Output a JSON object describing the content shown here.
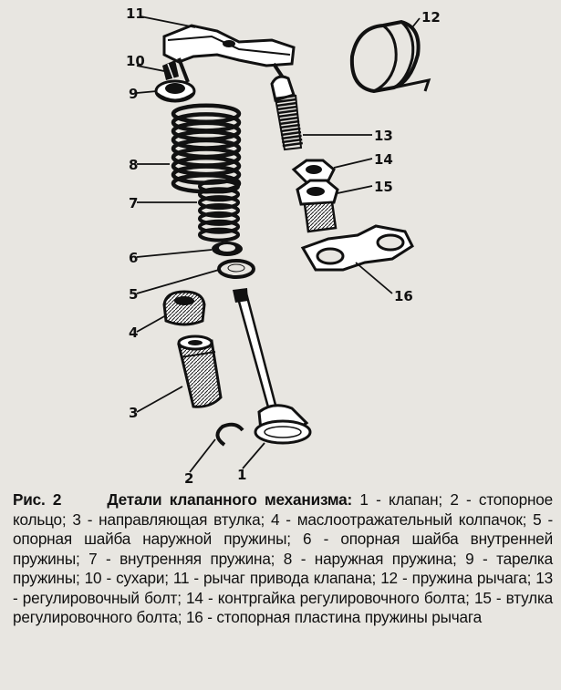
{
  "figure": {
    "parts": [
      {
        "num": "1",
        "name": "клапан"
      },
      {
        "num": "2",
        "name": "стопорное кольцо"
      },
      {
        "num": "3",
        "name": "направляющая втулка"
      },
      {
        "num": "4",
        "name": "маслоотражательный колпачок"
      },
      {
        "num": "5",
        "name": "опорная шайба наружной пружины"
      },
      {
        "num": "6",
        "name": "опорная шайба внутренней пружины"
      },
      {
        "num": "7",
        "name": "внутренняя пружина"
      },
      {
        "num": "8",
        "name": "наружная пружина"
      },
      {
        "num": "9",
        "name": "тарелка пружины"
      },
      {
        "num": "10",
        "name": "сухари"
      },
      {
        "num": "11",
        "name": "рычаг привода клапана"
      },
      {
        "num": "12",
        "name": "пружина рычага"
      },
      {
        "num": "13",
        "name": "регулировочный болт"
      },
      {
        "num": "14",
        "name": "контргайка регулировочного болта"
      },
      {
        "num": "15",
        "name": "втулка регулировочного болта"
      },
      {
        "num": "16",
        "name": "стопорная пластина пружины рычага"
      }
    ]
  },
  "caption": {
    "label": "Рис. 2",
    "title": "Детали клапанного механизма:",
    "body": " 1 - клапан; 2 - стопорное кольцо; 3 - направляющая втулка; 4 - маслоотражательный колпачок; 5 - опорная шайба наружной пружины; 6 - опорная шайба внутренней пружины; 7 - внутренняя пружина; 8 - наружная пружина; 9 - тарелка пружины; 10 - сухари; 11 - рычаг привода клапана; 12 - пружина рычага; 13 - регулировочный болт; 14 - контргайка регулировочного болта; 15 - втулка регулировочного болта; 16 - стопорная пластина пружины рычага"
  }
}
